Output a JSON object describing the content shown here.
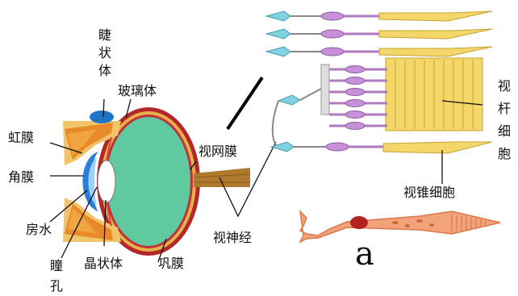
{
  "labels": {
    "ciliary_body": [
      "睫",
      "状",
      "体"
    ],
    "vitreous": "玻璃体",
    "iris": "虹膜",
    "cornea": "角膜",
    "aqueous": "房水",
    "pupil": [
      "瞳",
      "孔"
    ],
    "lens": "晶状体",
    "sclera": "巩膜",
    "retina": "视网膜",
    "optic_nerve": "视神经",
    "rod_cells": [
      "视",
      "杆",
      "细",
      "胞"
    ],
    "cone_cells": "视锥细胞",
    "figure_letter": "a"
  },
  "colors": {
    "vitreous": "#5fc9a0",
    "sclera": "#b3262a",
    "choroid": "#e7b04a",
    "cornea_blue": "#2a7fd8",
    "ciliary_blue": "#1f74c8",
    "iris_orange": "#e98a2a",
    "rod_purple": "#c890d8",
    "rod_outer": "#f4d76a",
    "cell_cyan": "#7fd3e0",
    "cone_cell": "#f3a37a",
    "nerve_brown": "#b07a2e"
  }
}
